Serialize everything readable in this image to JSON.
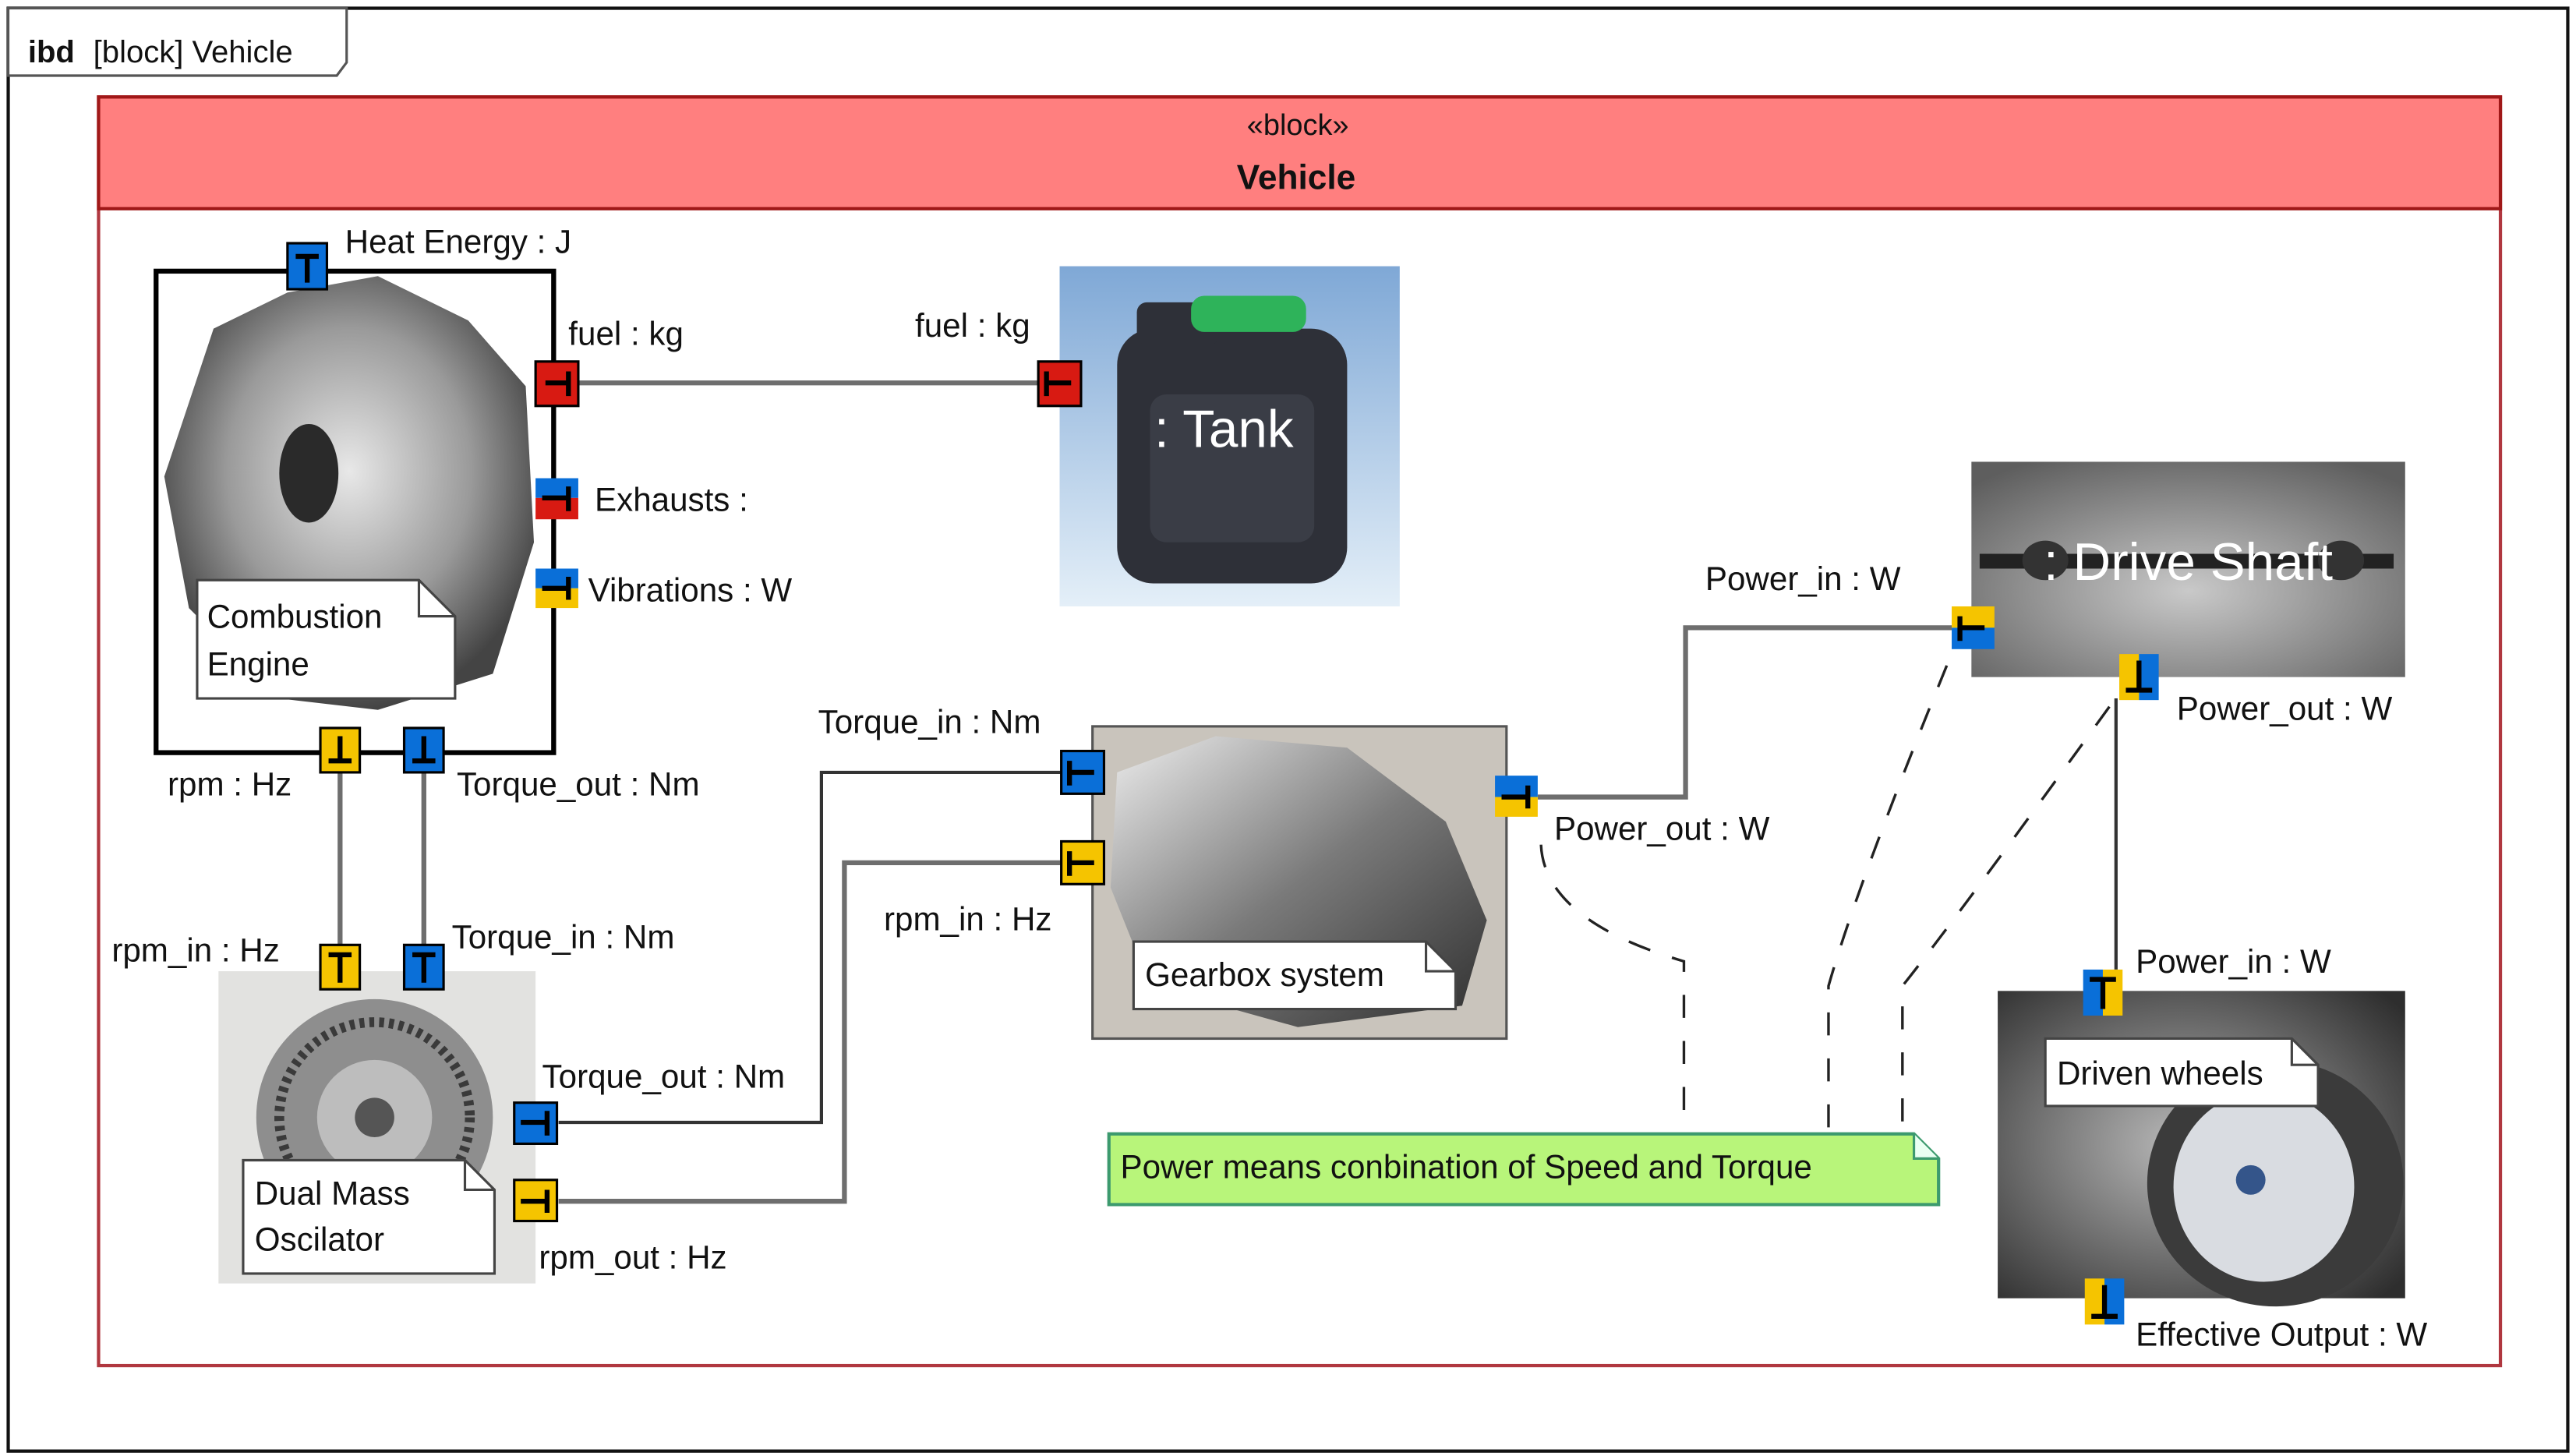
{
  "diagram": {
    "frame": {
      "kind": "ibd",
      "rest": "[block] Vehicle"
    },
    "block": {
      "stereotype": "«block»",
      "name": "Vehicle"
    },
    "colors": {
      "header": "#FF7F7F",
      "header_border": "#A01818",
      "port_blue": "#0A6FD8",
      "port_red": "#D81A12",
      "port_yellow": "#F5C400",
      "note_fill": "#B8F57A",
      "note_border": "#3C9A6E"
    },
    "parts": {
      "engine": {
        "note": [
          "Combustion",
          "Engine"
        ]
      },
      "tank": {
        "name": ": Tank"
      },
      "oscillator": {
        "note": [
          "Dual Mass",
          "Oscilator"
        ]
      },
      "gearbox": {
        "note": "Gearbox system"
      },
      "drive_shaft": {
        "name": ": Drive Shaft"
      },
      "wheels": {
        "note": "Driven wheels"
      }
    },
    "ports": {
      "heat_energy": "Heat Energy : J",
      "engine_fuel": "fuel : kg",
      "exhausts": "Exhausts :",
      "vibrations": "Vibrations : W",
      "engine_rpm": "rpm : Hz",
      "engine_torque_out": "Torque_out : Nm",
      "tank_fuel": "fuel : kg",
      "osc_rpm_in": "rpm_in : Hz",
      "osc_torque_in": "Torque_in : Nm",
      "osc_torque_out": "Torque_out : Nm",
      "osc_rpm_out": "rpm_out : Hz",
      "gb_torque_in": "Torque_in : Nm",
      "gb_rpm_in": "rpm_in : Hz",
      "gb_power_out": "Power_out : W",
      "ds_power_in": "Power_in : W",
      "ds_power_out": "Power_out : W",
      "wh_power_in": "Power_in : W",
      "wh_effective_output": "Effective Output : W"
    },
    "comment": "Power means conbination of Speed and Torque"
  }
}
